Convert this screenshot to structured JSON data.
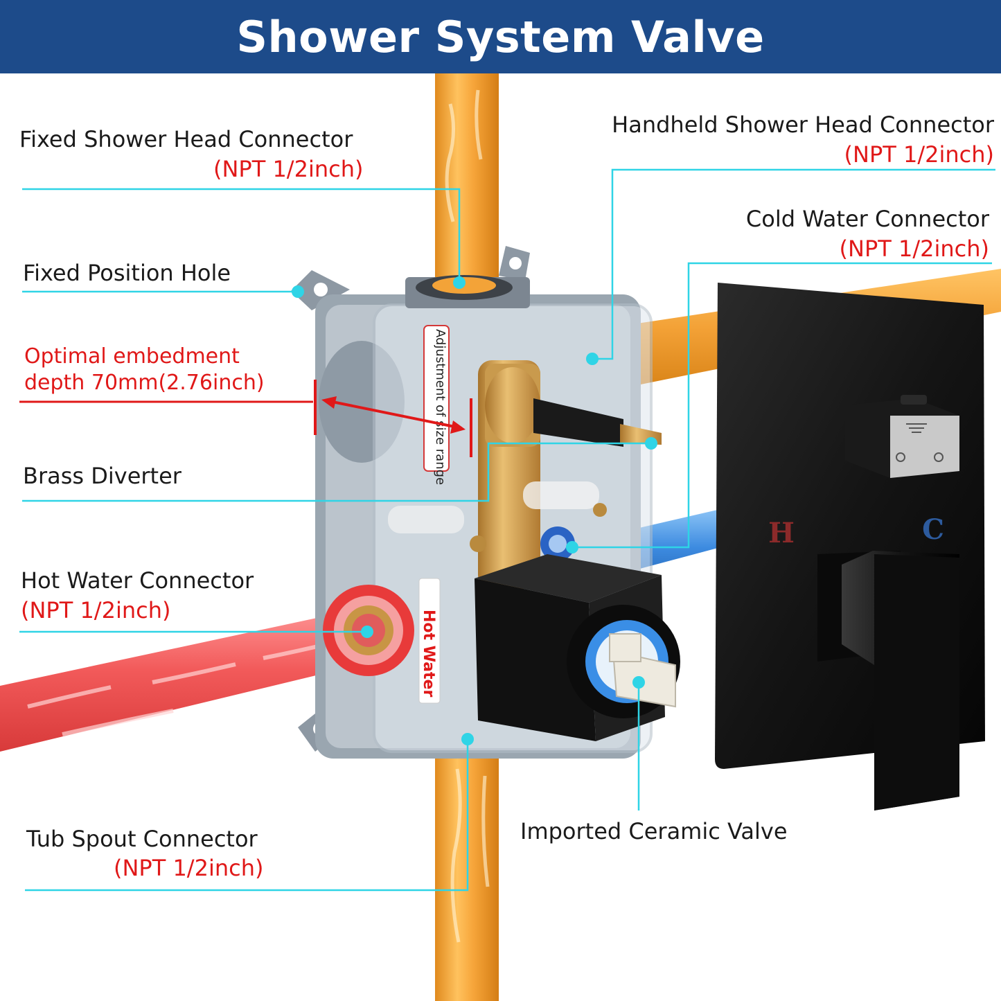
{
  "title": "Shower System Valve",
  "labels": {
    "fixed_head": {
      "name": "Fixed Shower Head Connector",
      "spec": "(NPT 1/2inch)"
    },
    "handheld_head": {
      "name": "Handheld Shower Head Connector",
      "spec": "(NPT 1/2inch)"
    },
    "cold_water": {
      "name": "Cold Water Connector",
      "spec": "(NPT 1/2inch)"
    },
    "fixed_hole": {
      "name": "Fixed Position Hole"
    },
    "embedment": {
      "line1": "Optimal embedment",
      "line2": "depth 70mm(2.76inch)"
    },
    "brass_diverter": {
      "name": "Brass Diverter"
    },
    "hot_water": {
      "name": "Hot Water Connector",
      "spec": "(NPT 1/2inch)"
    },
    "tub_spout": {
      "name": "Tub Spout Connector",
      "spec": "(NPT 1/2inch)"
    },
    "ceramic_valve": {
      "name": "Imported Ceramic Valve"
    }
  },
  "product_markings": {
    "side_sticker": "Adjustment of size range",
    "hot_sticker": "Hot Water",
    "trim_hot": "H",
    "trim_cold": "C"
  },
  "colors": {
    "banner": "#1d4b8a",
    "leader": "#2fd4e6",
    "spec_text": "#e01818",
    "hot_pipe": "#f05a5a",
    "cold_pipe": "#3b88dd",
    "supply_pipe": "#f2a238"
  }
}
